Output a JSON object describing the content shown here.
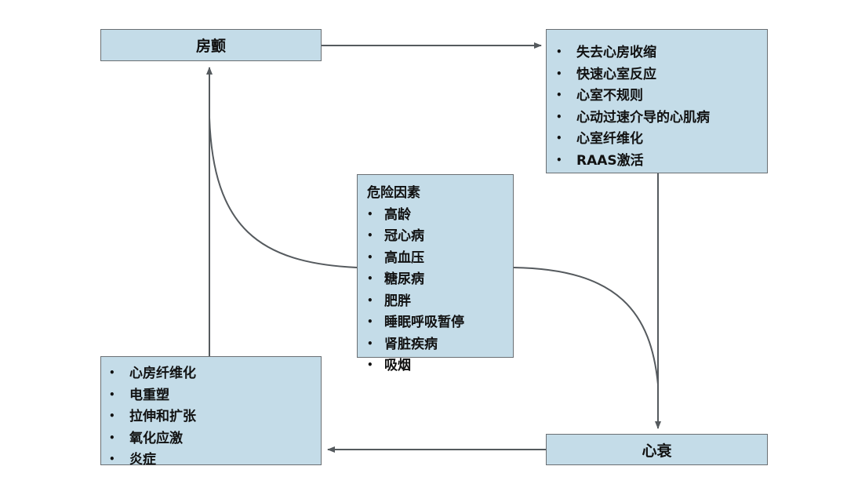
{
  "af_box": {
    "title": "房颤"
  },
  "af_effects_box": {
    "items": [
      "失去心房收缩",
      "快速心室反应",
      "心室不规则",
      "心动过速介导的心肌病",
      "心室纤维化",
      "RAAS激活"
    ]
  },
  "risk_box": {
    "heading": "危险因素",
    "items": [
      "高龄",
      "冠心病",
      "高血压",
      "糖尿病",
      "肥胖",
      "睡眠呼吸暂停",
      "肾脏疾病",
      "吸烟"
    ]
  },
  "hf_box": {
    "title": "心衰"
  },
  "hf_effects_box": {
    "items": [
      "心房纤维化",
      "电重塑",
      "拉伸和扩张",
      "氧化应激",
      "炎症"
    ]
  },
  "colors": {
    "box_fill": "#c4dce8",
    "box_border": "#6a6f73",
    "arrow": "#555a5e"
  }
}
